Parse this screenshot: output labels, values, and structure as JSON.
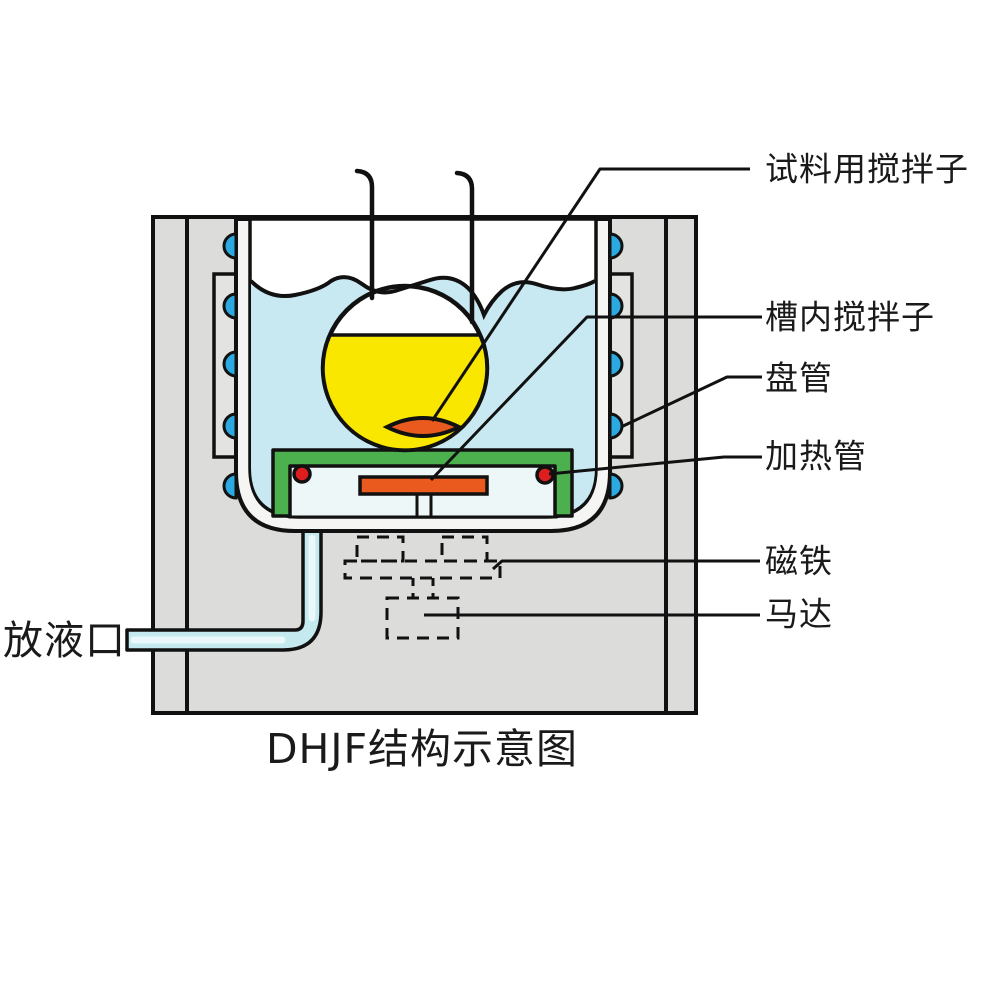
{
  "figure": {
    "caption": "DHJF结构示意图"
  },
  "labels": {
    "sample_stirrer": "试料用搅拌子",
    "bath_stirrer": "槽内搅拌子",
    "coil": "盘管",
    "heating_tube": "加热管",
    "magnet": "磁铁",
    "motor": "马达",
    "drain_port": "放液口"
  },
  "colors": {
    "housing_gray": "#dcdcda",
    "panel_gray": "#e3e3e1",
    "tank_wall": "#f5f5f3",
    "bath_liquid": "#c8e9f2",
    "coil_blue": "#2ba9e0",
    "flask_yellow": "#f9e700",
    "stirrer_orange": "#ea5a1e",
    "heater_green": "#4cb04e",
    "heating_tube_red": "#de1e1e",
    "pipe_cyan": "#c4e9ee",
    "frame_interior": "#eef7f7",
    "outline": "#111111"
  }
}
